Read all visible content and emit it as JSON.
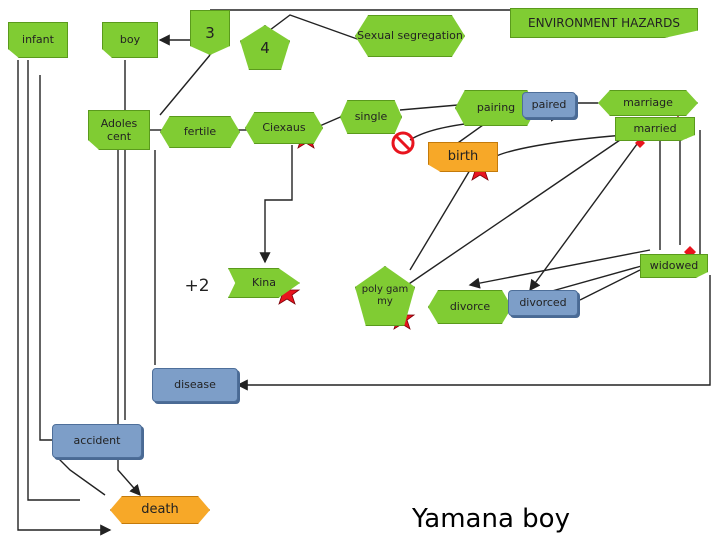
{
  "nodes": {
    "infant": "infant",
    "boy": "boy",
    "three": "3",
    "four": "4",
    "sexual_segregation": "Sexual segregation",
    "environment_hazards": "ENVIRONMENT HAZARDS",
    "adolescent": "Adoles cent",
    "fertile": "fertile",
    "ciexaus": "Ciexaus",
    "single": "single",
    "pairing": "pairing",
    "paired": "paired",
    "marriage": "marriage",
    "married": "married",
    "birth": "birth",
    "widowed": "widowed",
    "plus_two": "+2",
    "kina": "Kina",
    "polygamy": "poly gam my",
    "divorce": "divorce",
    "divorced": "divorced",
    "disease": "disease",
    "accident": "accident",
    "death": "death"
  },
  "title": "Yamana boy",
  "colors": {
    "green": "#80cc33",
    "blue": "#7d9ec8",
    "orange": "#f7a828",
    "star": "#e8141e",
    "line": "#222222"
  },
  "icons": [
    "star-icon",
    "prohibited-icon"
  ]
}
